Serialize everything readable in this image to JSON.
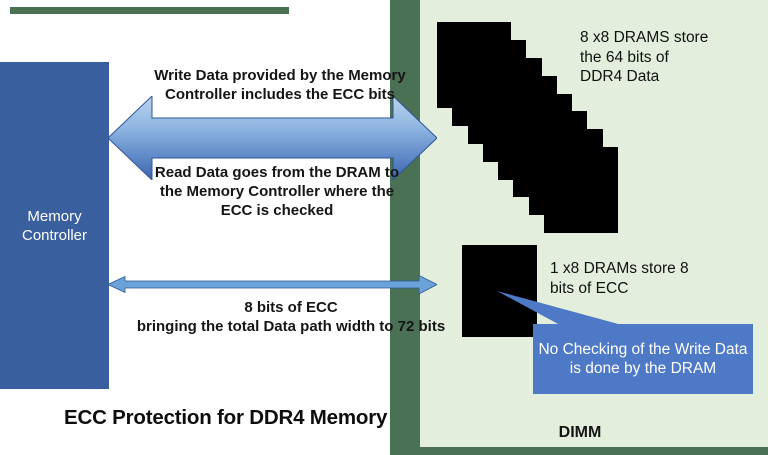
{
  "colors": {
    "canvas_accent_dark_green": "#4a7153",
    "dimm_panel_light_green": "#e3efdc",
    "memory_controller_blue": "#3a5f9f",
    "callout_blue": "#4d79c6",
    "thin_arrow_blue": "#6ba2d8",
    "big_arrow_gradient_top": "#b9d3ee",
    "big_arrow_gradient_bottom": "#3e65ac",
    "chip_black": "#000000",
    "text_black": "#151515",
    "text_white": "#ffffff"
  },
  "memory_controller": {
    "line1": "Memory",
    "line2": "Controller"
  },
  "write_text": {
    "line1": "Write Data provided by the Memory",
    "line2": "Controller includes the ECC bits"
  },
  "read_text": {
    "line1": "Read Data goes from the DRAM to",
    "line2": "the Memory Controller where the",
    "line3": "ECC is checked"
  },
  "ecc_bits_text": {
    "line1": "8 bits of ECC",
    "line2": "bringing the total Data path width to 72 bits"
  },
  "title": "ECC Protection for DDR4 Memory",
  "dimm": {
    "label": "DIMM",
    "data_dram_count": 8,
    "ecc_dram_count": 1,
    "data_dram_note": {
      "line1": "8 x8 DRAMS store",
      "line2": "the 64 bits of",
      "line3": "DDR4 Data"
    },
    "ecc_dram_note": {
      "line1": "1 x8 DRAMs store 8",
      "line2": "bits of ECC"
    },
    "callout": {
      "line1": "No Checking of the Write Data",
      "line2": "is done by the DRAM"
    }
  }
}
